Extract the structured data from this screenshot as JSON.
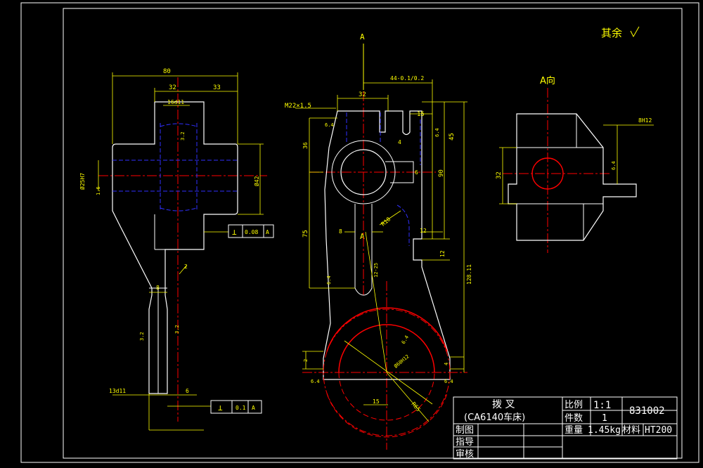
{
  "drawing": {
    "roughness_note": "其余",
    "view_label_a": "A",
    "view_label_a_bottom": "A",
    "view_label_a_direction": "A向"
  },
  "front_view": {
    "dims": {
      "overall_width": "80",
      "left_width": "32",
      "right_width": "33",
      "slot_width": "16d11",
      "bore": "Ø25H7",
      "boss_dia": "Ø42",
      "arm_thickness": "8",
      "arm_height": "2",
      "finger_width": "13d11",
      "finger_offset": "6",
      "rough_a": "3.2",
      "rough_b": "1.6",
      "rough_c": "3.2",
      "rough_d": "3.2"
    },
    "tolerances": [
      {
        "symbol": "⊥",
        "value": "0.08",
        "datum": "A"
      },
      {
        "symbol": "⊥",
        "value": "0.1",
        "datum": "A"
      }
    ]
  },
  "side_view": {
    "dims": {
      "thread": "M22×1.5",
      "top_width": "32",
      "offset": "44-0.1/0.2",
      "slot": "15",
      "height_36": "36",
      "height_45": "45",
      "height_90": "90",
      "height_75": "75",
      "dim_8": "8",
      "dim_4": "4",
      "dim_6": "6",
      "rad_10": "R10",
      "dim_12a": "12",
      "dim_12b": "12",
      "len_12811": "128.11",
      "angle": "12-25",
      "width_15": "15",
      "dim_2": "2",
      "dia_bottom": "Ø60H12",
      "dia_r": "R65",
      "dim_4b": "4"
    },
    "roughness": [
      "6.4",
      "6.4",
      "6.4",
      "6.4",
      "6.4",
      "6.4"
    ]
  },
  "a_view": {
    "dims": {
      "slot": "8H12",
      "height": "32"
    },
    "roughness": "6.4"
  },
  "title_block": {
    "part_name": "拨    叉",
    "machine": "(CA6140车床)",
    "scale_label": "比例",
    "scale_value": "1:1",
    "drawing_no": "831002",
    "qty_label": "件数",
    "qty_value": "1",
    "weight_label": "重量",
    "weight_value": "1.45kg",
    "material_label": "材料",
    "material_value": "HT200",
    "drawn_by": "制图",
    "guided_by": "指导",
    "checked_by": "审核"
  },
  "colors": {
    "background": "#000000",
    "outline": "#ffffff",
    "dimension": "#ffff00",
    "center": "#ff0000",
    "hidden": "#3030ff"
  }
}
